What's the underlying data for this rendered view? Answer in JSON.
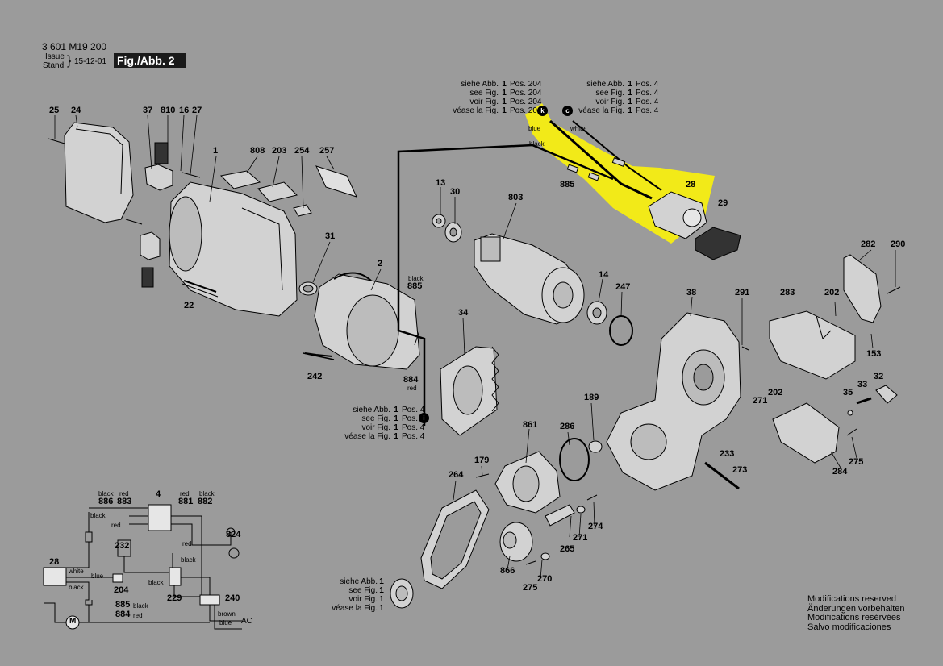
{
  "header": {
    "doc_number": "3 601 M19 200",
    "issue_label": "Issue",
    "stand_label": "Stand",
    "date": "15-12-01",
    "figure": "Fig./Abb. 2"
  },
  "ref_top_left": {
    "lines": [
      {
        "a": "siehe Abb.",
        "n": "1",
        "b": "Pos. 204"
      },
      {
        "a": "see Fig.",
        "n": "1",
        "b": "Pos. 204"
      },
      {
        "a": "voir Fig.",
        "n": "1",
        "b": "Pos. 204"
      },
      {
        "a": "véase la Fig.",
        "n": "1",
        "b": "Pos. 204"
      }
    ],
    "marker": "k"
  },
  "ref_top_right": {
    "lines": [
      {
        "a": "siehe Abb.",
        "n": "1",
        "b": "Pos. 4"
      },
      {
        "a": "see Fig.",
        "n": "1",
        "b": "Pos. 4"
      },
      {
        "a": "voir Fig.",
        "n": "1",
        "b": "Pos. 4"
      },
      {
        "a": "véase la Fig.",
        "n": "1",
        "b": "Pos. 4"
      }
    ],
    "marker": "c"
  },
  "ref_middle": {
    "lines": [
      {
        "a": "siehe Abb.",
        "n": "1",
        "b": "Pos. 4"
      },
      {
        "a": "see Fig.",
        "n": "1",
        "b": "Pos. 4"
      },
      {
        "a": "voir Fig.",
        "n": "1",
        "b": "Pos. 4"
      },
      {
        "a": "véase la Fig.",
        "n": "1",
        "b": "Pos. 4"
      }
    ],
    "marker": "i"
  },
  "ref_bottom": {
    "lines": [
      {
        "a": "siehe Abb.",
        "n": "1"
      },
      {
        "a": "see Fig.",
        "n": "1"
      },
      {
        "a": "voir Fig.",
        "n": "1"
      },
      {
        "a": "véase la Fig.",
        "n": "1"
      }
    ]
  },
  "wire_labels": {
    "blue_top": "blue",
    "white_top": "white",
    "black_top": "black",
    "black_885": "black",
    "red_884": "red"
  },
  "parts": {
    "p25": "25",
    "p24": "24",
    "p37": "37",
    "p810": "810",
    "p16": "16",
    "p27": "27",
    "p1": "1",
    "p808": "808",
    "p203": "203",
    "p254": "254",
    "p257": "257",
    "p22": "22",
    "p31": "31",
    "p2": "2",
    "p885a": "885",
    "p242": "242",
    "p884a": "884",
    "p13": "13",
    "p30": "30",
    "p803": "803",
    "p885b": "885",
    "p28": "28",
    "p29": "29",
    "p14": "14",
    "p247": "247",
    "p34": "34",
    "p38": "38",
    "p291": "291",
    "p283": "283",
    "p202a": "202",
    "p282": "282",
    "p290": "290",
    "p153": "153",
    "p271a": "271",
    "p202b": "202",
    "p35": "35",
    "p33": "33",
    "p32": "32",
    "p189": "189",
    "p861": "861",
    "p286": "286",
    "p179": "179",
    "p264": "264",
    "p233": "233",
    "p273": "273",
    "p284": "284",
    "p275a": "275",
    "p274": "274",
    "p271b": "271",
    "p265": "265",
    "p866": "866",
    "p270": "270",
    "p275b": "275"
  },
  "schematic": {
    "c886": "886",
    "c883": "883",
    "c4": "4",
    "c881": "881",
    "c882": "882",
    "w886": "black",
    "w883": "red",
    "w881": "red",
    "w882": "black",
    "wblack": "black",
    "wred": "red",
    "c824": "824",
    "c232": "232",
    "wred2": "red",
    "wblack2": "black",
    "c28": "28",
    "wwhite": "white",
    "wblue": "blue",
    "c204": "204",
    "wblack3": "black",
    "c229": "229",
    "wblack4": "black",
    "c240": "240",
    "c885": "885",
    "w885": "black",
    "c884": "884",
    "w884": "red",
    "motor": "M",
    "wbrown": "brown",
    "wblue2": "blue",
    "ac": "AC"
  },
  "footer": {
    "lines": [
      "Modifications reserved",
      "Änderungen vorbehalten",
      "Modifications resérvées",
      "Salvo modificaciones"
    ]
  },
  "colors": {
    "background": "#9b9b9b",
    "highlight": "#f2ea18",
    "line": "#000000",
    "fill": "#d2d2d2"
  }
}
